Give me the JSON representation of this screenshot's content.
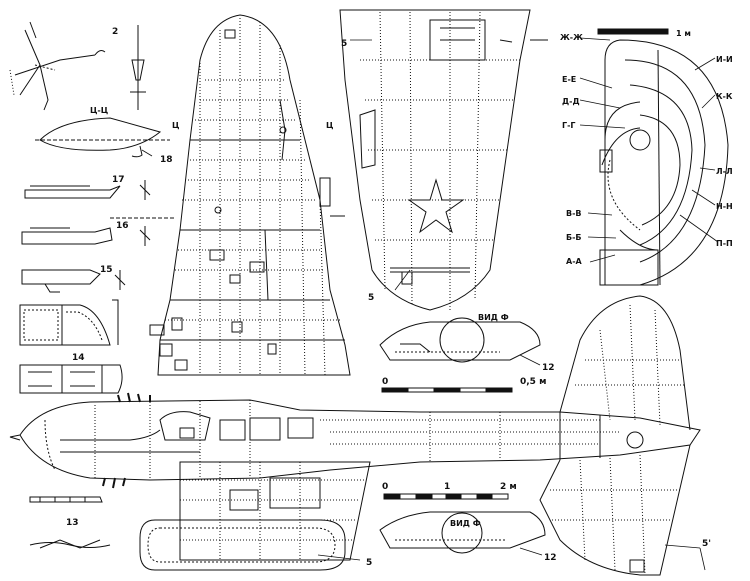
{
  "callouts": {
    "n2": "2",
    "n5_top": "5",
    "n5_mid": "5",
    "n5_bottom": "5",
    "n5_prime": "5'",
    "n12_upper": "12",
    "n12_lower": "12",
    "n13": "13",
    "n14": "14",
    "n15": "15",
    "n16": "16",
    "n17": "17",
    "n18": "18"
  },
  "section_labels": {
    "ts_title": "Ц-Ц",
    "ts_left": "Ц",
    "ts_right": "Ц",
    "zh": "Ж-Ж",
    "e": "Е-Е",
    "d": "Д-Д",
    "g": "Г-Г",
    "v": "В-В",
    "b": "Б-Б",
    "a": "А-А",
    "i": "И-И",
    "k": "К-К",
    "l": "Л-Л",
    "n": "Н-Н",
    "p": "П-П"
  },
  "views": {
    "view_f_upper": "ВИД Ф",
    "view_f_lower": "ВИД Ф"
  },
  "scales": {
    "small_scale_unit": "1 м",
    "mid_scale_start": "0",
    "mid_scale_end": "0,5 м",
    "main_scale_start": "0",
    "main_scale_mid": "1",
    "main_scale_end": "2 м"
  }
}
